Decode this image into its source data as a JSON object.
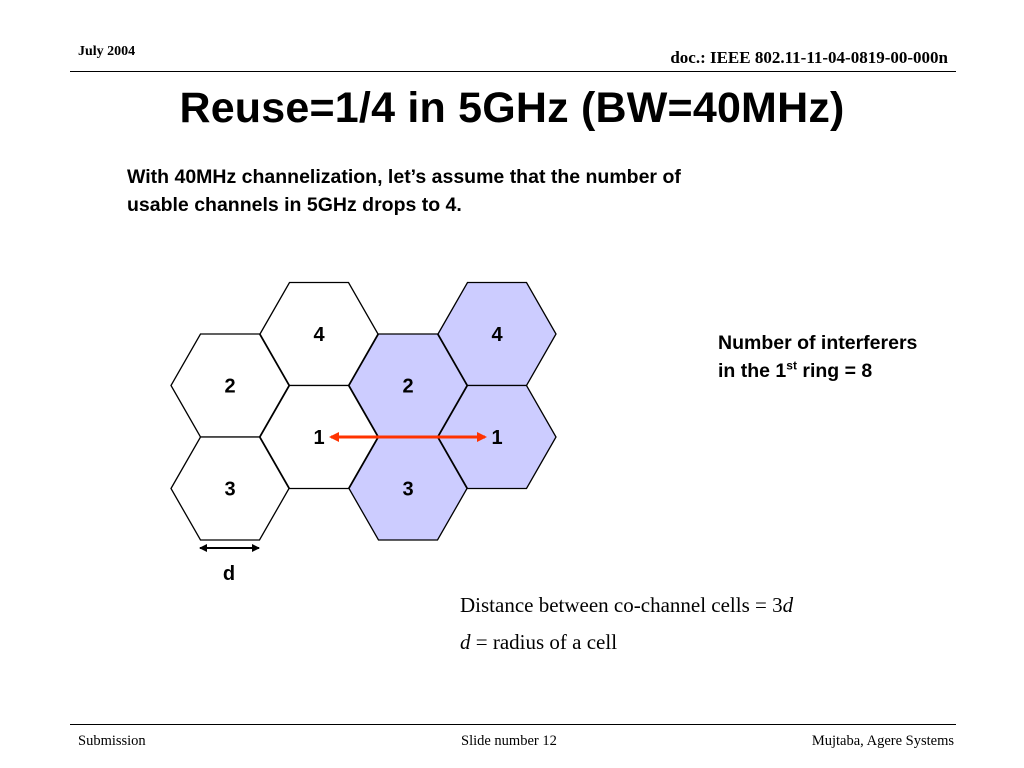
{
  "header": {
    "date": "July 2004",
    "doc_id": "doc.: IEEE 802.11-11-04-0819-00-000n"
  },
  "slide": {
    "title": "Reuse=1/4 in 5GHz (BW=40MHz)",
    "intro_line1": "With 40MHz channelization, let’s assume that the number of",
    "intro_line2": "usable channels in 5GHz drops to 4.",
    "interferers_line1": "Number of interferers",
    "interferers_line2_pre": "in the 1",
    "interferers_line2_sup": "st",
    "interferers_line2_post": " ring = 8",
    "distance_text": "Distance between co-channel cells = 3",
    "distance_var": "d",
    "radius_var": "d",
    "radius_text": " = radius of a cell"
  },
  "diagram": {
    "cells": [
      {
        "label": "4",
        "col": 1,
        "row": 0,
        "highlight": false
      },
      {
        "label": "4",
        "col": 3,
        "row": 0,
        "highlight": true
      },
      {
        "label": "2",
        "col": 0,
        "row": 1,
        "highlight": false
      },
      {
        "label": "2",
        "col": 2,
        "row": 1,
        "highlight": true
      },
      {
        "label": "1",
        "col": 1,
        "row": 2,
        "highlight": false
      },
      {
        "label": "1",
        "col": 3,
        "row": 2,
        "highlight": true
      },
      {
        "label": "3",
        "col": 0,
        "row": 3,
        "highlight": false
      },
      {
        "label": "3",
        "col": 2,
        "row": 3,
        "highlight": true
      }
    ],
    "distance_arrow": {
      "from_cell": 4,
      "to_cell": 5,
      "color": "#ff3300"
    },
    "scale_label": "d",
    "colors": {
      "highlight_fill": "#ccccff",
      "plain_fill": "#ffffff"
    }
  },
  "footer": {
    "left": "Submission",
    "center": "Slide number 12",
    "right": "Mujtaba, Agere Systems"
  }
}
